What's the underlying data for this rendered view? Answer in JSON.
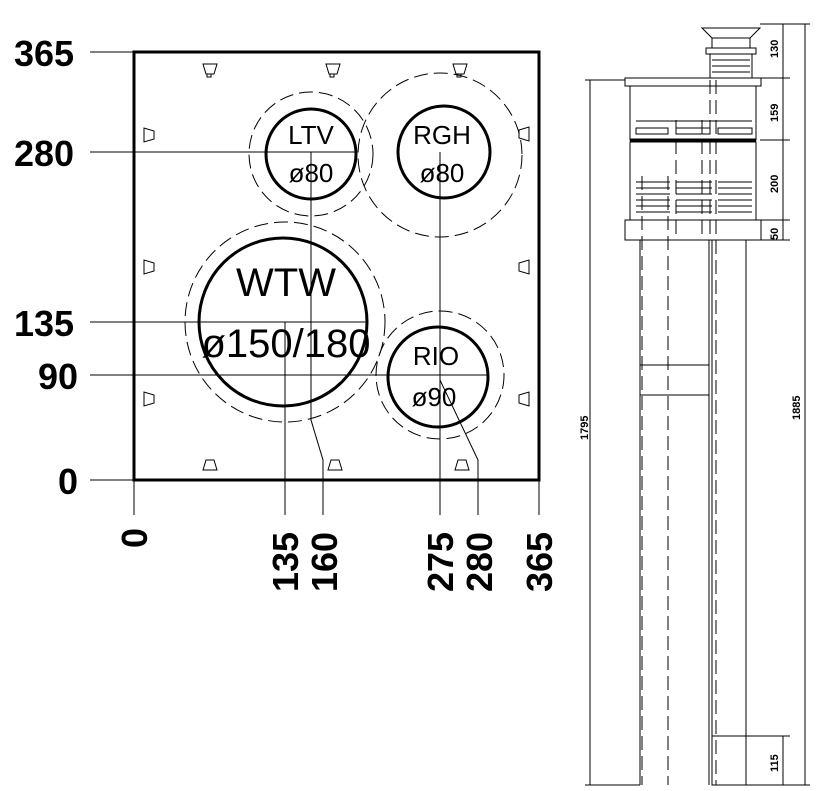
{
  "plate": {
    "y_labels": [
      "365",
      "280",
      "135",
      "90",
      "0"
    ],
    "x_labels": [
      "0",
      "135",
      "160",
      "275",
      "280",
      "365"
    ]
  },
  "ducts": [
    {
      "name": "LTV",
      "diameter": "ø80"
    },
    {
      "name": "RGH",
      "diameter": "ø80"
    },
    {
      "name": "WTW",
      "diameter": "ø150/180"
    },
    {
      "name": "RIO",
      "diameter": "ø90"
    }
  ],
  "side_view": {
    "dims": [
      "130",
      "159",
      "200",
      "50",
      "1885",
      "115"
    ],
    "overall_label": "1795"
  }
}
